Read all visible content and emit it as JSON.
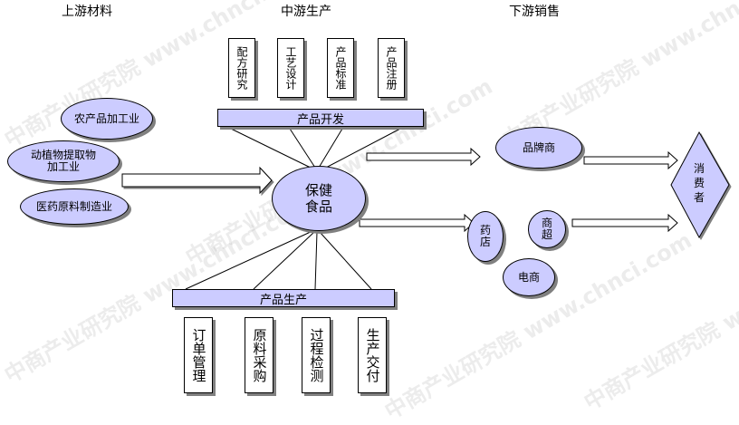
{
  "headers": {
    "upstream": "上游材料",
    "midstream": "中游生产",
    "downstream": "下游销售"
  },
  "product_dev": {
    "label": "产品开发",
    "items": [
      "配方研究",
      "工艺设计",
      "产品标准",
      "产品注册"
    ]
  },
  "product_prod": {
    "label": "产品生产",
    "items": [
      "订单管理",
      "原料采购",
      "过程检测",
      "生产交付"
    ]
  },
  "upstream_items": {
    "agri": "农产品加工业",
    "plant": "动植物提取物加工业",
    "pharma": "医药原料制造业"
  },
  "center": {
    "label": "保健食品"
  },
  "downstream_items": {
    "brand": "品牌商",
    "pharmacy": "药店",
    "supermarket": "商超",
    "ecommerce": "电商"
  },
  "consumer": {
    "label": "消费者"
  },
  "watermark": "中商产业研究院 www.chnci.com",
  "colors": {
    "fill": "#ccccff",
    "border": "#000000",
    "shadow": "#808080"
  }
}
